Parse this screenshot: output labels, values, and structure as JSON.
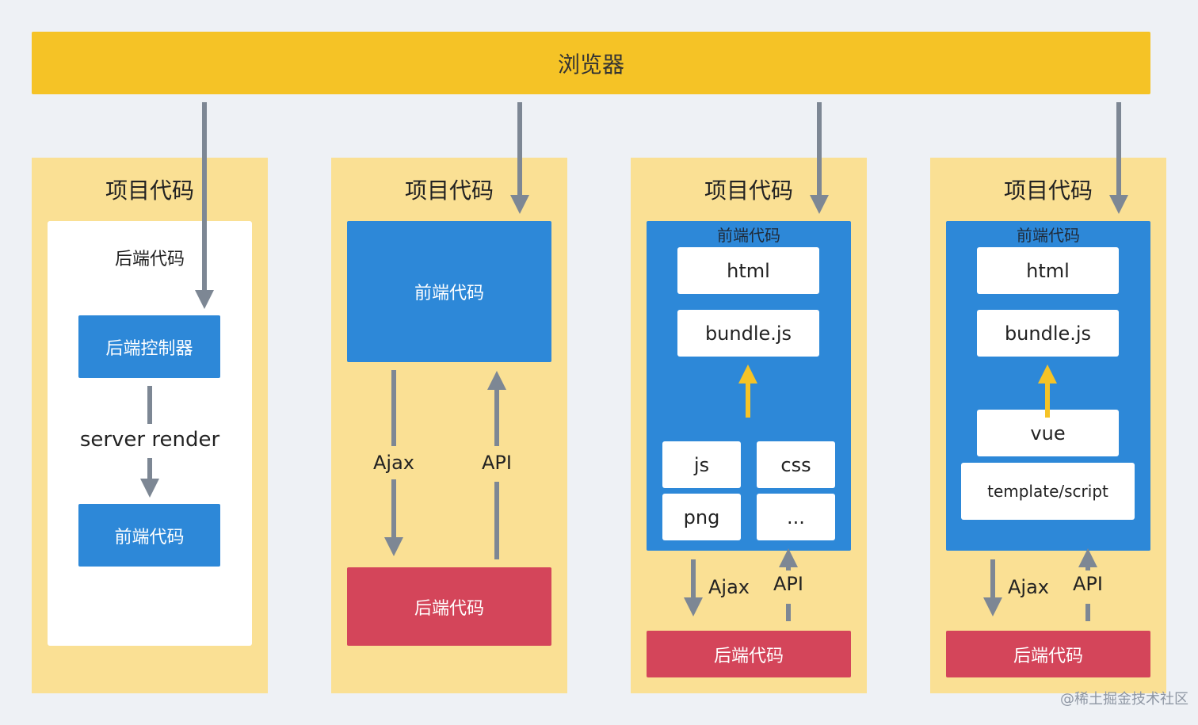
{
  "browser": {
    "label": "浏览器"
  },
  "col1": {
    "title": "项目代码",
    "backend_label": "后端代码",
    "controller": "后端控制器",
    "render_label": "server render",
    "frontend": "前端代码"
  },
  "col2": {
    "title": "项目代码",
    "frontend": "前端代码",
    "ajax": "Ajax",
    "api": "API",
    "backend": "后端代码"
  },
  "col3": {
    "title": "项目代码",
    "frontend_title": "前端代码",
    "html": "html",
    "bundle": "bundle.js",
    "js": "js",
    "css": "css",
    "png": "png",
    "more": "...",
    "ajax": "Ajax",
    "api": "API",
    "backend": "后端代码"
  },
  "col4": {
    "title": "项目代码",
    "frontend_title": "前端代码",
    "html": "html",
    "bundle": "bundle.js",
    "vue": "vue",
    "template": "template/script",
    "ajax": "Ajax",
    "api": "API",
    "backend": "后端代码"
  },
  "watermark": "@稀土掘金技术社区",
  "colors": {
    "browser": "#f5c326",
    "column_bg": "#fae094",
    "blue": "#2d88d8",
    "red": "#d4455a",
    "arrow_gray": "#7d8794",
    "arrow_yellow": "#f5c326"
  }
}
